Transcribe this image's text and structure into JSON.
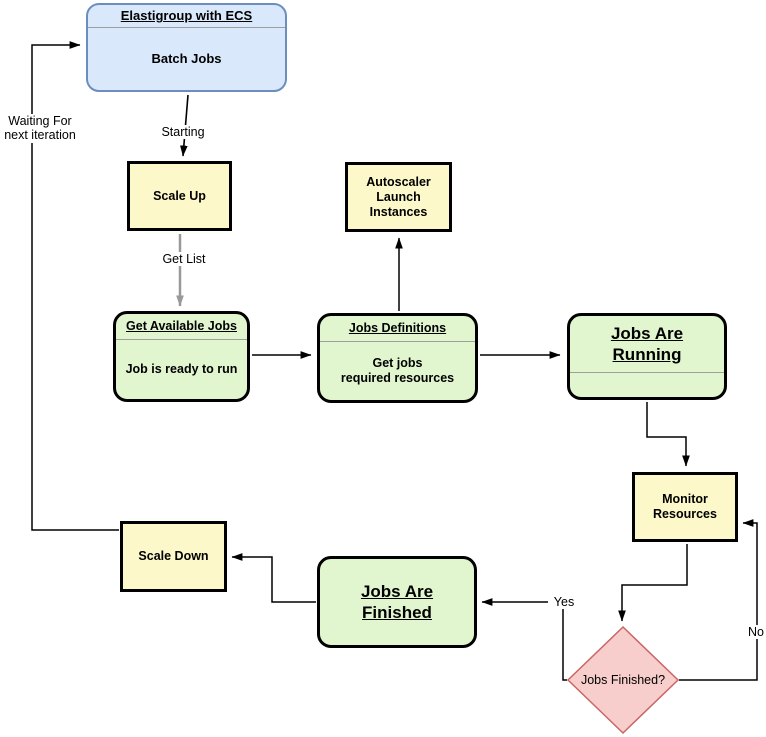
{
  "diagram": {
    "nodes": {
      "elastigroup": {
        "title": "Elastigroup with ECS",
        "body": "Batch Jobs"
      },
      "scale_up": {
        "label": "Scale Up"
      },
      "autoscaler": {
        "label": "Autoscaler\nLaunch\nInstances"
      },
      "get_available_jobs": {
        "title": "Get Available Jobs",
        "body": "Job is ready to run"
      },
      "jobs_definitions": {
        "title": "Jobs Definitions",
        "body": "Get jobs\nrequired resources"
      },
      "jobs_are_running": {
        "title": "Jobs Are \nRunning"
      },
      "monitor_resources": {
        "label": "Monitor\nResources"
      },
      "jobs_finished_decision": {
        "label": "Jobs Finished?"
      },
      "jobs_are_finished": {
        "title": "Jobs Are \nFinished"
      },
      "scale_down": {
        "label": "Scale Down"
      }
    },
    "edge_labels": {
      "starting": "Starting",
      "get_list": "Get List",
      "waiting": "Waiting For\nnext iteration",
      "yes": "Yes",
      "no": "No"
    },
    "colors": {
      "blue_fill": "#DAE8FC",
      "blue_border": "#6C8EBF",
      "yellow_fill": "#FCF8C9",
      "green_fill": "#E1F5CE",
      "red_fill": "#F7CECC",
      "red_border": "#C86765",
      "line_black": "#000000",
      "line_gray": "#999999",
      "divider_gray": "#9E9E9E"
    }
  }
}
